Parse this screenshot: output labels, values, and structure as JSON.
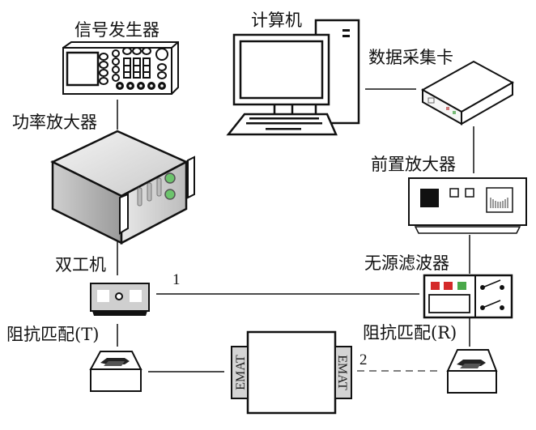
{
  "title": "EMAT signal chain system diagram",
  "labels": {
    "signal_generator": "信号发生器",
    "power_amplifier": "功率放大器",
    "duplexer": "双工机",
    "impedance_match_t": "阻抗匹配(T)",
    "computer": "计算机",
    "daq_card": "数据采集卡",
    "preamplifier": "前置放大器",
    "passive_filter": "无源滤波器",
    "impedance_match_r": "阻抗匹配(R)"
  },
  "sensors": {
    "left": "EMAT",
    "right": "EMAT"
  },
  "paths": {
    "path_1": "1",
    "path_2": "2"
  },
  "colors": {
    "filter_led_1": "#d42a2a",
    "filter_led_2": "#d42a2a",
    "filter_led_3": "#4aa84a",
    "amp_led": "#4fb84f",
    "emat_fill": "#d4d4d4"
  }
}
